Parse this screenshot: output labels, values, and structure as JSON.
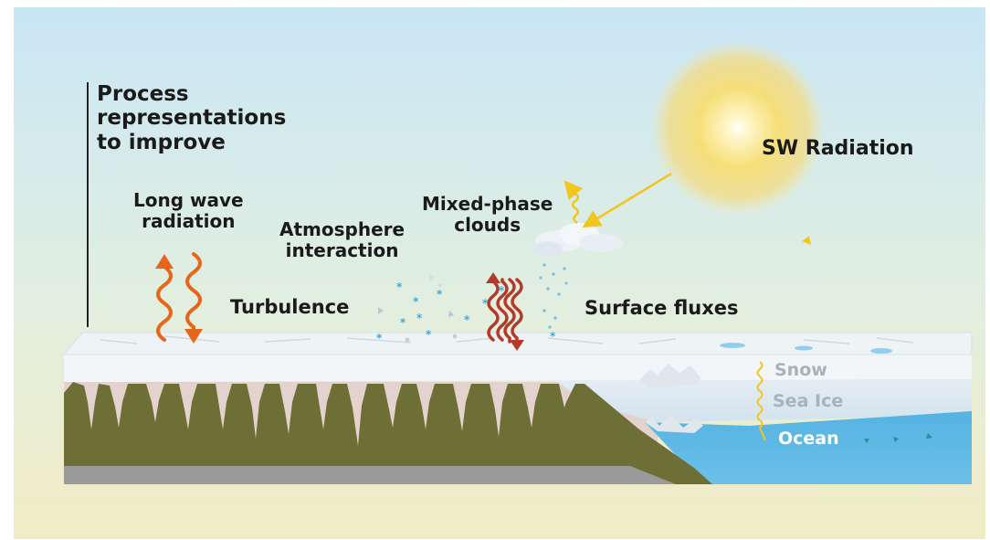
{
  "title": {
    "line1": "Process",
    "line2": "representations",
    "line3": "to improve"
  },
  "labels": {
    "sw_radiation": "SW Radiation",
    "longwave_line1": "Long wave",
    "longwave_line2": "radiation",
    "atmosphere_line1": "Atmosphere",
    "atmosphere_line2": "interaction",
    "mixed_line1": "Mixed-phase",
    "mixed_line2": "clouds",
    "turbulence": "Turbulence",
    "surface_fluxes": "Surface fluxes"
  },
  "layers": {
    "snow": "Snow",
    "sea_ice": "Sea Ice",
    "ocean": "Ocean"
  },
  "colors": {
    "sky_top": "#c9e6f5",
    "sky_bottom": "#f1ecc4",
    "sun": "#f3d24a",
    "sw_arrow": "#f2c61f",
    "longwave_arrow": "#e8661c",
    "turbulence_arrow": "#b33a2b",
    "snow_surface": "#f4f7f9",
    "land": "#6e6f36",
    "bedrock": "#9c9c9c",
    "ocean": "#5eb7e3",
    "sea_ice": "#d9e7f0"
  }
}
